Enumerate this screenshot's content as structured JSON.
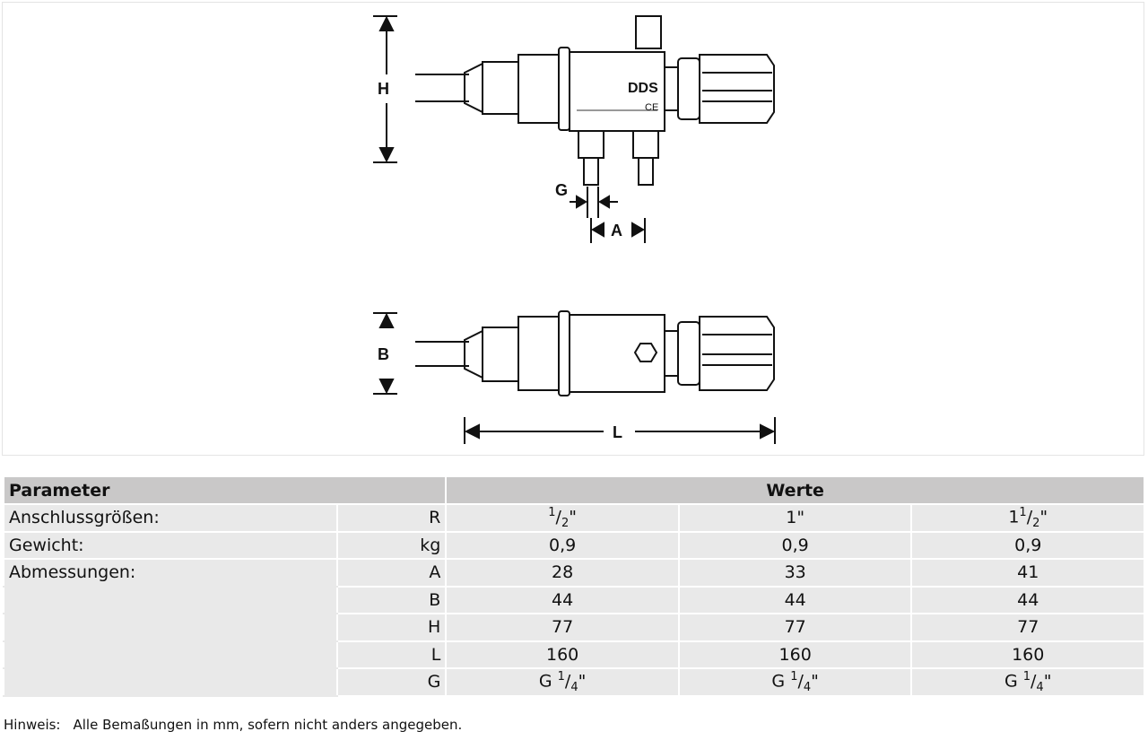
{
  "drawing": {
    "brand": "DDS",
    "mark": "CE",
    "dims": {
      "H": "H",
      "G": "G",
      "A": "A",
      "B": "B",
      "L": "L"
    }
  },
  "table": {
    "header": {
      "param": "Parameter",
      "values": "Werte"
    },
    "rows": [
      {
        "label": "Anschlussgrößen:",
        "unit": "R",
        "cells": [
          {
            "pre": "",
            "num": "1",
            "den": "2",
            "suf": "\""
          },
          {
            "pre": "1\"",
            "num": "",
            "den": "",
            "suf": ""
          },
          {
            "pre": "1",
            "num": "1",
            "den": "2",
            "suf": "\""
          }
        ]
      },
      {
        "label": "Gewicht:",
        "unit": "kg",
        "cells": [
          {
            "pre": "0,9"
          },
          {
            "pre": "0,9"
          },
          {
            "pre": "0,9"
          }
        ]
      },
      {
        "label": "Abmessungen:",
        "unit": "A",
        "cells": [
          {
            "pre": "28"
          },
          {
            "pre": "33"
          },
          {
            "pre": "41"
          }
        ]
      },
      {
        "label": "",
        "unit": "B",
        "cells": [
          {
            "pre": "44"
          },
          {
            "pre": "44"
          },
          {
            "pre": "44"
          }
        ]
      },
      {
        "label": "",
        "unit": "H",
        "cells": [
          {
            "pre": "77"
          },
          {
            "pre": "77"
          },
          {
            "pre": "77"
          }
        ]
      },
      {
        "label": "",
        "unit": "L",
        "cells": [
          {
            "pre": "160"
          },
          {
            "pre": "160"
          },
          {
            "pre": "160"
          }
        ]
      },
      {
        "label": "",
        "unit": "G",
        "cells": [
          {
            "pre": "G ",
            "num": "1",
            "den": "4",
            "suf": "\""
          },
          {
            "pre": "G ",
            "num": "1",
            "den": "4",
            "suf": "\""
          },
          {
            "pre": "G ",
            "num": "1",
            "den": "4",
            "suf": "\""
          }
        ]
      }
    ]
  },
  "note": {
    "label": "Hinweis:",
    "text": "Alle Bemaßungen in mm, sofern nicht anders angegeben."
  }
}
